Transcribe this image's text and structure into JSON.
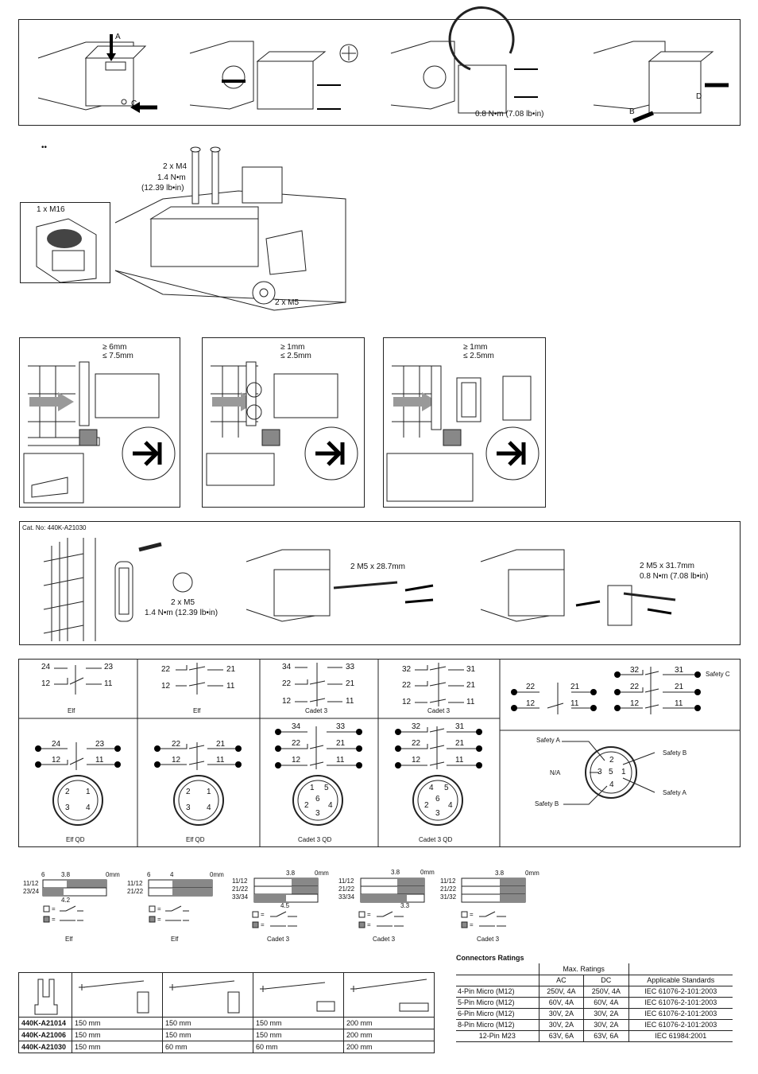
{
  "install": {
    "labels": [
      "A",
      "C",
      "B",
      "D"
    ],
    "torque_label": "0.8 N•m (7.08 lb•in)"
  },
  "mounting": {
    "bullet": "••",
    "screws_top": [
      "2 x M4",
      "1.4 N•m",
      "(12.39 lb•in)"
    ],
    "conduit": "1 x M16",
    "screws_bottom": "2 x M5"
  },
  "gaps": [
    {
      "min": "≥ 6mm",
      "max": "≤ 7.5mm"
    },
    {
      "min": "≥ 1mm",
      "max": "≤ 2.5mm"
    },
    {
      "min": "≥ 1mm",
      "max": "≤ 2.5mm"
    }
  ],
  "panel": {
    "cat": "Cat. No: 440K-A21030",
    "screw1": [
      "2 x M5",
      "1.4 N•m (12.39 lb•in)"
    ],
    "screw2": "2 M5 x 28.7mm",
    "screw3": [
      "2 M5 x 31.7mm",
      "0.8 N•m (7.08 lb•in)"
    ]
  },
  "wiring_top": [
    {
      "name": "Elf",
      "rows": [
        [
          "24",
          "23"
        ],
        [
          "12",
          "11"
        ]
      ]
    },
    {
      "name": "Elf",
      "rows": [
        [
          "22",
          "21"
        ],
        [
          "12",
          "11"
        ]
      ]
    },
    {
      "name": "Cadet 3",
      "rows": [
        [
          "34",
          "33"
        ],
        [
          "22",
          "21"
        ],
        [
          "12",
          "11"
        ]
      ]
    },
    {
      "name": "Cadet 3",
      "rows": [
        [
          "32",
          "31"
        ],
        [
          "22",
          "21"
        ],
        [
          "12",
          "11"
        ]
      ]
    }
  ],
  "wiring_qd": [
    {
      "name": "Elf QD",
      "rows": [
        [
          "24",
          "23"
        ],
        [
          "12",
          "11"
        ]
      ],
      "pins": [
        "4",
        "2",
        "3",
        "1"
      ],
      "pin_right": [
        "2",
        "1"
      ],
      "pin_left": [
        "4",
        "3"
      ]
    },
    {
      "name": "Elf QD",
      "rows": [
        [
          "22",
          "21"
        ],
        [
          "12",
          "11"
        ]
      ],
      "pins": [
        "2",
        "1",
        "3",
        "4"
      ],
      "pin_right": [
        "1",
        "2"
      ],
      "pin_left": [
        "4",
        "3"
      ]
    },
    {
      "name": "Cadet 3 QD",
      "rows": [
        [
          "34",
          "33"
        ],
        [
          "22",
          "21"
        ],
        [
          "12",
          "11"
        ]
      ],
      "pins": [
        "1",
        "6",
        "2",
        "4",
        "3",
        "5"
      ],
      "pin_right": [
        "3",
        "2",
        "1"
      ],
      "pin_left": [
        "4",
        "6",
        "5"
      ]
    },
    {
      "name": "Cadet 3 QD",
      "rows": [
        [
          "32",
          "31"
        ],
        [
          "22",
          "21"
        ],
        [
          "12",
          "11"
        ]
      ],
      "pins": [
        "4",
        "5",
        "6",
        "2",
        "4",
        "3"
      ],
      "pin_right": [
        "3",
        "2",
        "1"
      ],
      "pin_left": [
        "4",
        "6",
        "5"
      ]
    }
  ],
  "safety": {
    "rows_a": [
      [
        "22",
        "21"
      ],
      [
        "12",
        "11"
      ]
    ],
    "pins_a_left": [
      "5",
      "2"
    ],
    "pins_a_right": [
      "4",
      "1"
    ],
    "rows_b": [
      [
        "32",
        "31"
      ],
      [
        "22",
        "21"
      ],
      [
        "12",
        "11"
      ]
    ],
    "pins_b_left": [
      "5",
      "2"
    ],
    "pins_b_right": [
      "4",
      "1"
    ],
    "safety_c": "Safety C",
    "connector_labels": [
      "Safety A",
      "Safety B",
      "N/A",
      "Safety A",
      "Safety B"
    ],
    "connector_pins": [
      "2",
      "3",
      "5",
      "1",
      "4"
    ]
  },
  "timing": [
    {
      "name": "Elf",
      "rows": [
        "11/12",
        "23/24"
      ],
      "scale": [
        "6",
        "3.8",
        "0mm"
      ],
      "note": "4.2"
    },
    {
      "name": "Elf",
      "rows": [
        "11/12",
        "21/22"
      ],
      "scale": [
        "6",
        "4",
        "0mm"
      ],
      "note": ""
    },
    {
      "name": "Cadet 3",
      "rows": [
        "11/12",
        "21/22",
        "33/34"
      ],
      "scale": [
        "3.8",
        "0mm"
      ],
      "note": "4.5"
    },
    {
      "name": "Cadet 3",
      "rows": [
        "11/12",
        "21/22",
        "33/34"
      ],
      "scale": [
        "3.8",
        "0mm"
      ],
      "note": "3.3"
    },
    {
      "name": "Cadet 3",
      "rows": [
        "11/12",
        "21/22",
        "31/32"
      ],
      "scale": [
        "3.8",
        "0mm"
      ],
      "note": ""
    }
  ],
  "legend_eq": "=",
  "dims": {
    "rows": [
      {
        "cat": "440K-A21014",
        "vals": [
          "150 mm",
          "150 mm",
          "150 mm",
          "200 mm"
        ]
      },
      {
        "cat": "440K-A21006",
        "vals": [
          "150 mm",
          "150 mm",
          "150 mm",
          "200 mm"
        ]
      },
      {
        "cat": "440K-A21030",
        "vals": [
          "150 mm",
          "60 mm",
          "60 mm",
          "200 mm"
        ]
      }
    ]
  },
  "connectors": {
    "title": "Connectors Ratings",
    "group": "Max. Ratings",
    "headers": [
      "AC",
      "DC",
      "Applicable Standards"
    ],
    "rows": [
      [
        "4-Pin Micro (M12)",
        "250V, 4A",
        "250V, 4A",
        "IEC 61076-2-101:2003"
      ],
      [
        "5-Pin Micro (M12)",
        "60V, 4A",
        "60V, 4A",
        "IEC 61076-2-101:2003"
      ],
      [
        "6-Pin Micro (M12)",
        "30V, 2A",
        "30V, 2A",
        "IEC 61076-2-101:2003"
      ],
      [
        "8-Pin Micro (M12)",
        "30V, 2A",
        "30V, 2A",
        "IEC 61076-2-101:2003"
      ],
      [
        "12-Pin M23",
        "63V, 6A",
        "63V, 6A",
        "IEC 61984:2001"
      ]
    ]
  }
}
